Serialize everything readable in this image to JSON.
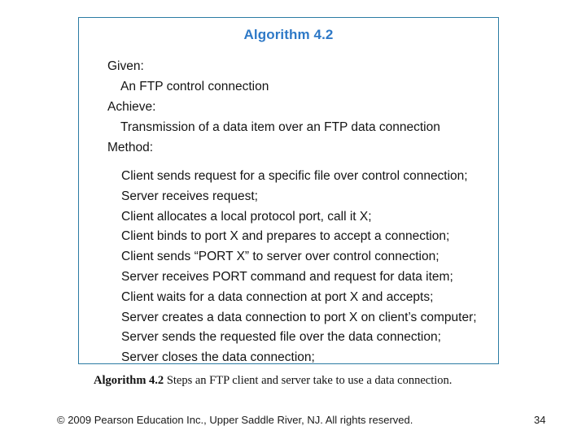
{
  "slide": {
    "background_color": "#ffffff"
  },
  "algorithm_box": {
    "border_color": "#2b7ba3",
    "title": "Algorithm 4.2",
    "title_color": "#2e79c7",
    "sections": [
      {
        "label": "Given:",
        "item": "An FTP control connection"
      },
      {
        "label": "Achieve:",
        "item": "Transmission of a data item over an FTP data connection"
      },
      {
        "label": "Method:",
        "item": ""
      }
    ],
    "given_label": "Given:",
    "given_item": "An FTP control connection",
    "achieve_label": "Achieve:",
    "achieve_item": "Transmission of a data item over an FTP data connection",
    "method_label": "Method:",
    "method_steps": [
      "Client sends request for a specific file over control connection;",
      "Server receives request;",
      "Client allocates a local protocol port, call it X;",
      "Client binds to port X and prepares to accept a connection;",
      "Client sends “PORT X” to server over control connection;",
      "Server receives PORT command and request for data item;",
      "Client waits for a data connection at port X and accepts;",
      "Server creates a data connection to port X on client’s computer;",
      "Server sends the requested file over the data connection;",
      "Server closes the data connection;"
    ]
  },
  "caption": {
    "label": "Algorithm 4.2",
    "text": " Steps an FTP client and server take to use a data connection."
  },
  "footer": {
    "copyright": "© 2009 Pearson Education Inc., Upper Saddle River, NJ. All rights reserved.",
    "page_number": "34"
  }
}
